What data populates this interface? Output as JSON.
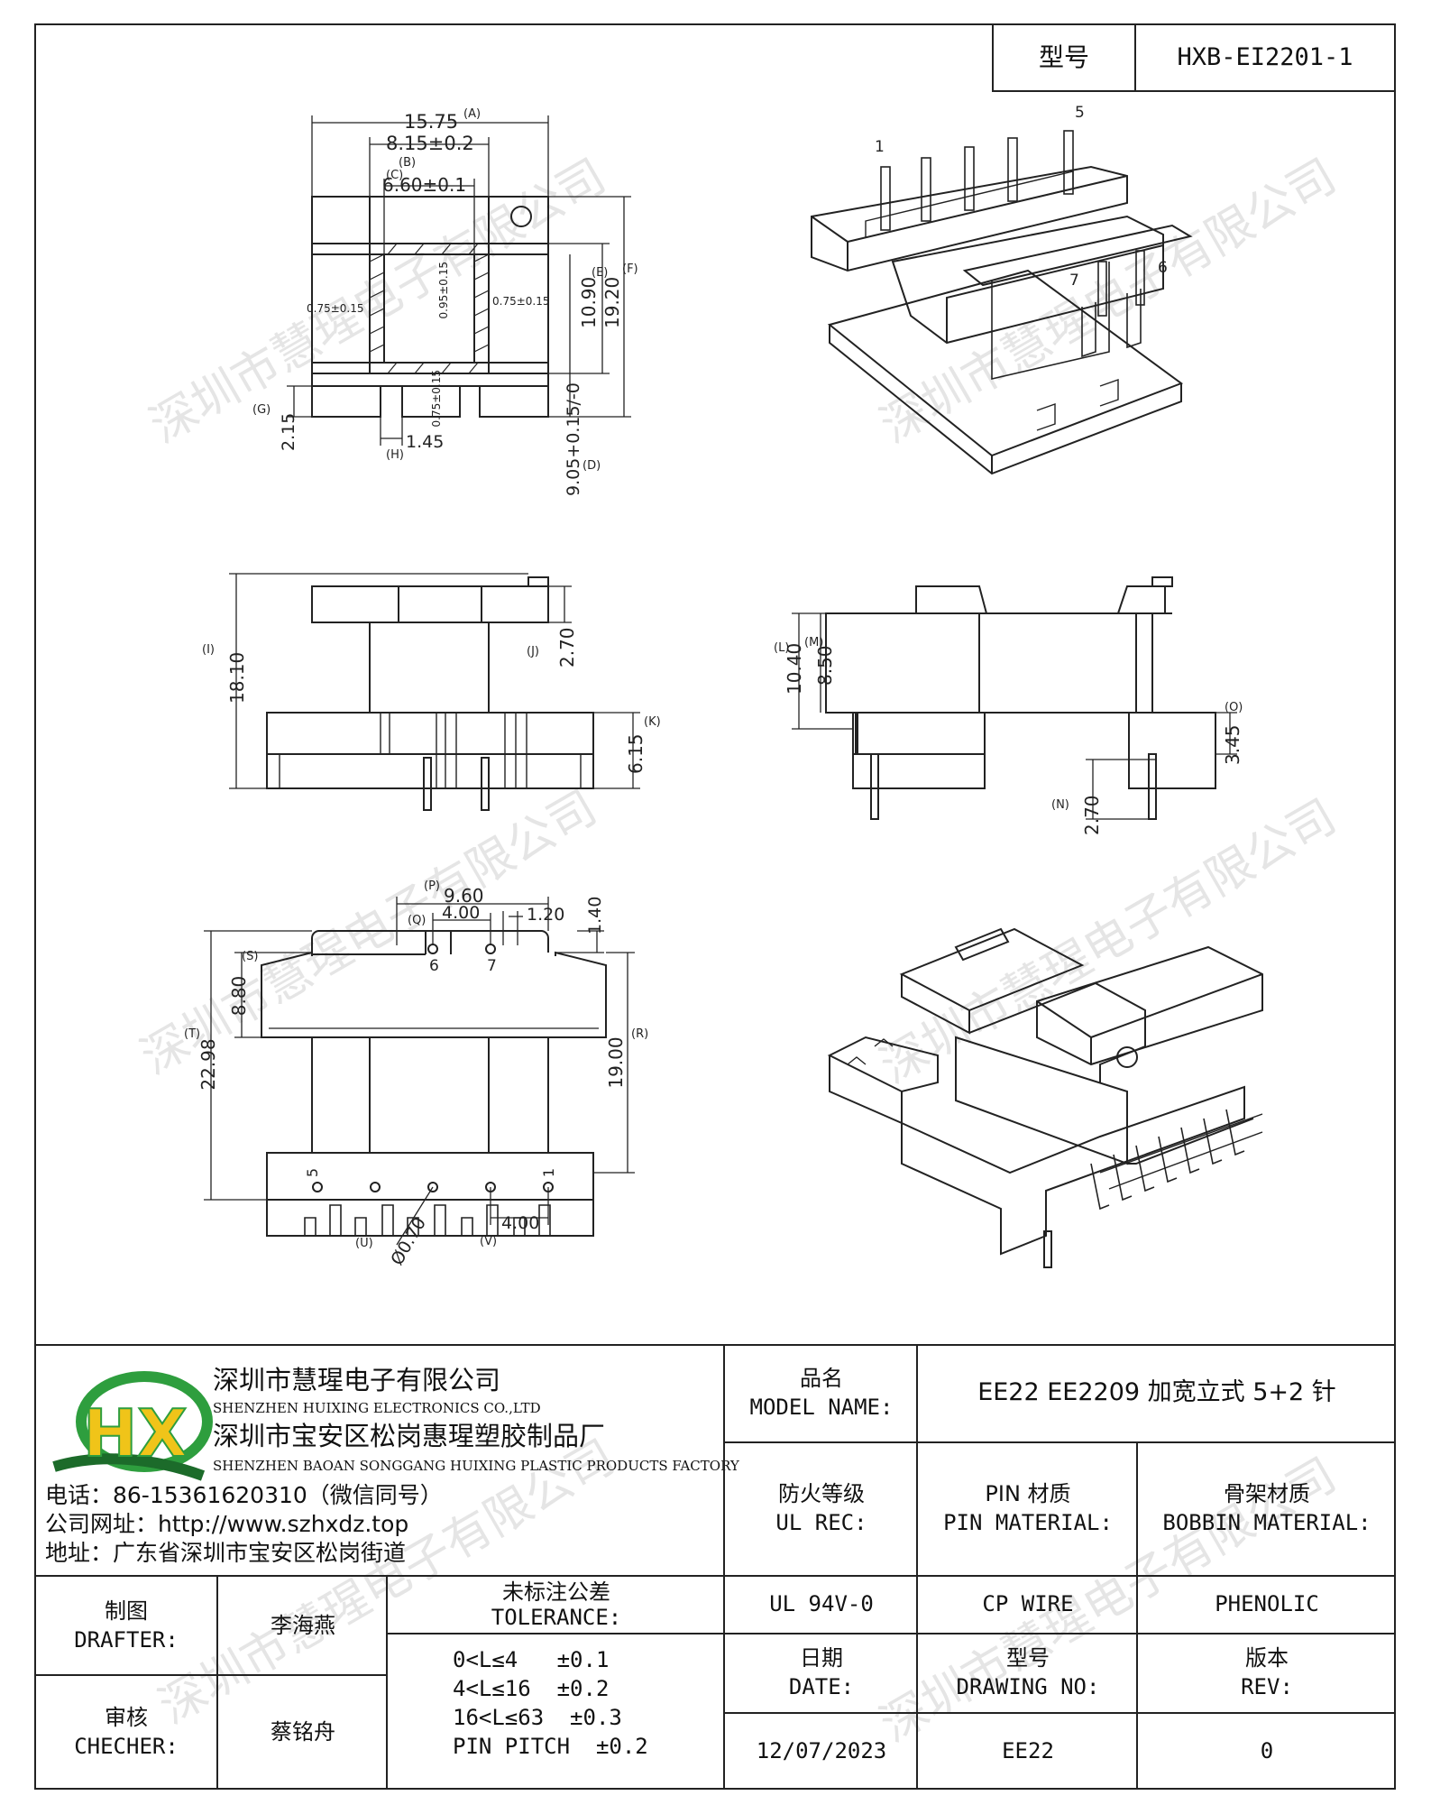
{
  "header": {
    "model_label": "型号",
    "model_value": "HXB-EI2201-1"
  },
  "watermark": "深圳市慧瑆电子有限公司",
  "company": {
    "name_cn": "深圳市慧瑆电子有限公司",
    "name_en": "SHENZHEN HUIXING ELECTRONICS CO.,LTD",
    "factory_cn": "深圳市宝安区松岗惠瑆塑胶制品厂",
    "factory_en": "SHENZHEN BAOAN SONGGANG HUIXING PLASTIC PRODUCTS FACTORY",
    "phone": "电话：86-15361620310（微信同号）",
    "website": "公司网址：http://www.szhxdz.top",
    "address": "地址：广东省深圳市宝安区松岗街道",
    "logo_text": "HX",
    "colors": {
      "logo_green": "#2e9e3e",
      "logo_yellow": "#f0c419",
      "logo_dark": "#1c6b2a"
    }
  },
  "title_block": {
    "model_name_label_cn": "品名",
    "model_name_label_en": "MODEL NAME:",
    "model_name_value": "EE22 EE2209 加宽立式 5+2 针",
    "ul_label_cn": "防火等级",
    "ul_label_en": "UL REC:",
    "pin_label_cn": "PIN 材质",
    "pin_label_en": "PIN MATERIAL:",
    "bobbin_label_cn": "骨架材质",
    "bobbin_label_en": "BOBBIN MATERIAL:",
    "ul_value": "UL 94V-0",
    "pin_value": "CP WIRE",
    "bobbin_value": "PHENOLIC",
    "drafter_label_cn": "制图",
    "drafter_label_en": "DRAFTER:",
    "drafter_value": "李海燕",
    "checker_label_cn": "审核",
    "checker_label_en": "CHECHER:",
    "checker_value": "蔡铭舟",
    "tolerance_label_cn": "未标注公差",
    "tolerance_label_en": "TOLERANCE:",
    "tolerance_lines": [
      "0<L≤4   ±0.1",
      "4<L≤16  ±0.2",
      "16<L≤63  ±0.3",
      "PIN PITCH  ±0.2"
    ],
    "date_label_cn": "日期",
    "date_label_en": "DATE:",
    "date_value": "12/07/2023",
    "drawing_label_cn": "型号",
    "drawing_label_en": "DRAWING NO:",
    "drawing_value": "EE22",
    "rev_label_cn": "版本",
    "rev_label_en": "REV:",
    "rev_value": "0"
  },
  "dimensions": {
    "top": {
      "a": "15.75",
      "a_tag": "(A)",
      "b": "8.15±0.2",
      "b_tag": "(B)",
      "c": "6.60±0.1",
      "c_tag": "(C)",
      "d": "9.05+0.15/-0",
      "d_tag": "(D)",
      "e": "10.90",
      "e_tag": "(E)",
      "f": "19.20",
      "f_tag": "(F)",
      "g": "2.15",
      "g_tag": "(G)",
      "h": "1.45",
      "h_tag": "(H)",
      "wall_left": "0.75±0.15",
      "wall_right": "0.75±0.15",
      "wall_top": "0.95±0.15",
      "wall_bottom": "0.75±0.15"
    },
    "front": {
      "i": "18.10",
      "i_tag": "(I)",
      "j": "2.70",
      "j_tag": "(J)",
      "k": "6.15",
      "k_tag": "(K)"
    },
    "side": {
      "l": "10.40",
      "l_tag": "(L)",
      "m": "8.50",
      "m_tag": "(M)",
      "n": "2.70",
      "n_tag": "(N)",
      "o": "3.45",
      "o_tag": "(O)"
    },
    "bottom": {
      "p": "9.60",
      "p_tag": "(P)",
      "q": "4.00",
      "q_tag": "(Q)",
      "q2": "1.20",
      "r_top": "1.40",
      "r": "19.00",
      "r_tag": "(R)",
      "s": "8.80",
      "s_tag": "(S)",
      "t": "22.98",
      "t_tag": "(T)",
      "u": "Ø0.70",
      "u_tag": "(U)",
      "v": "4.00",
      "v_tag": "(V)",
      "pin6": "6",
      "pin7": "7",
      "pin5": "5",
      "pin1": "1"
    },
    "iso1": {
      "pin1": "1",
      "pin5": "5",
      "pin6": "6",
      "pin7": "7"
    }
  }
}
